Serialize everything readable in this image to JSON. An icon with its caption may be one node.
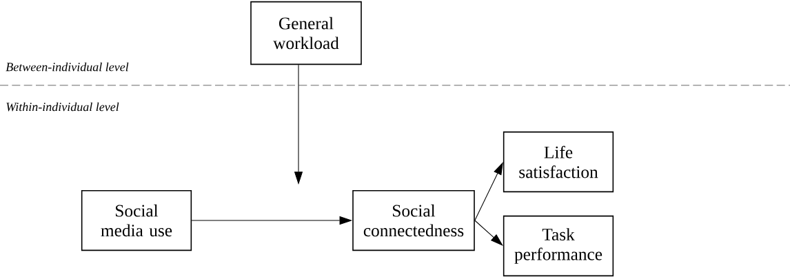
{
  "diagram": {
    "nodes": [
      {
        "text": [
          "General workload"
        ]
      },
      {
        "text": [
          "Social media use"
        ]
      },
      {
        "text": [
          "Social connectedness"
        ]
      },
      {
        "text": [
          "Life satisfaction"
        ]
      },
      {
        "text": [
          "Task performance"
        ]
      }
    ],
    "edges": [
      {
        "from": 0,
        "to": null,
        "arrow": "to"
      },
      {
        "from": 1,
        "to": 2,
        "arrow": "to"
      },
      {
        "from": 2,
        "to": 3,
        "arrow": "to"
      },
      {
        "from": 2,
        "to": 4,
        "arrow": "to"
      }
    ],
    "labels": [
      "Between-individual level",
      "Within-individual level"
    ]
  }
}
